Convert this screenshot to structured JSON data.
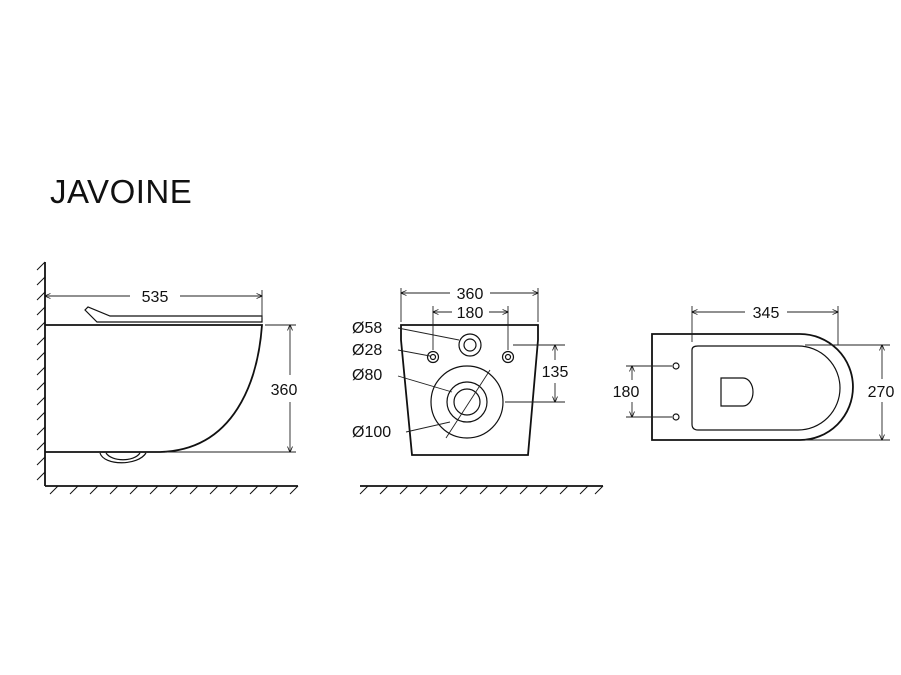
{
  "title": "JAVOINE",
  "side_view": {
    "length": "535",
    "height": "360"
  },
  "rear_view": {
    "width": "360",
    "bolt_spacing": "180",
    "d58": "Ø58",
    "d28": "Ø28",
    "d80": "Ø80",
    "d100": "Ø100",
    "height_135": "135"
  },
  "top_view": {
    "length": "345",
    "bolt_spacing": "180",
    "width": "270"
  }
}
